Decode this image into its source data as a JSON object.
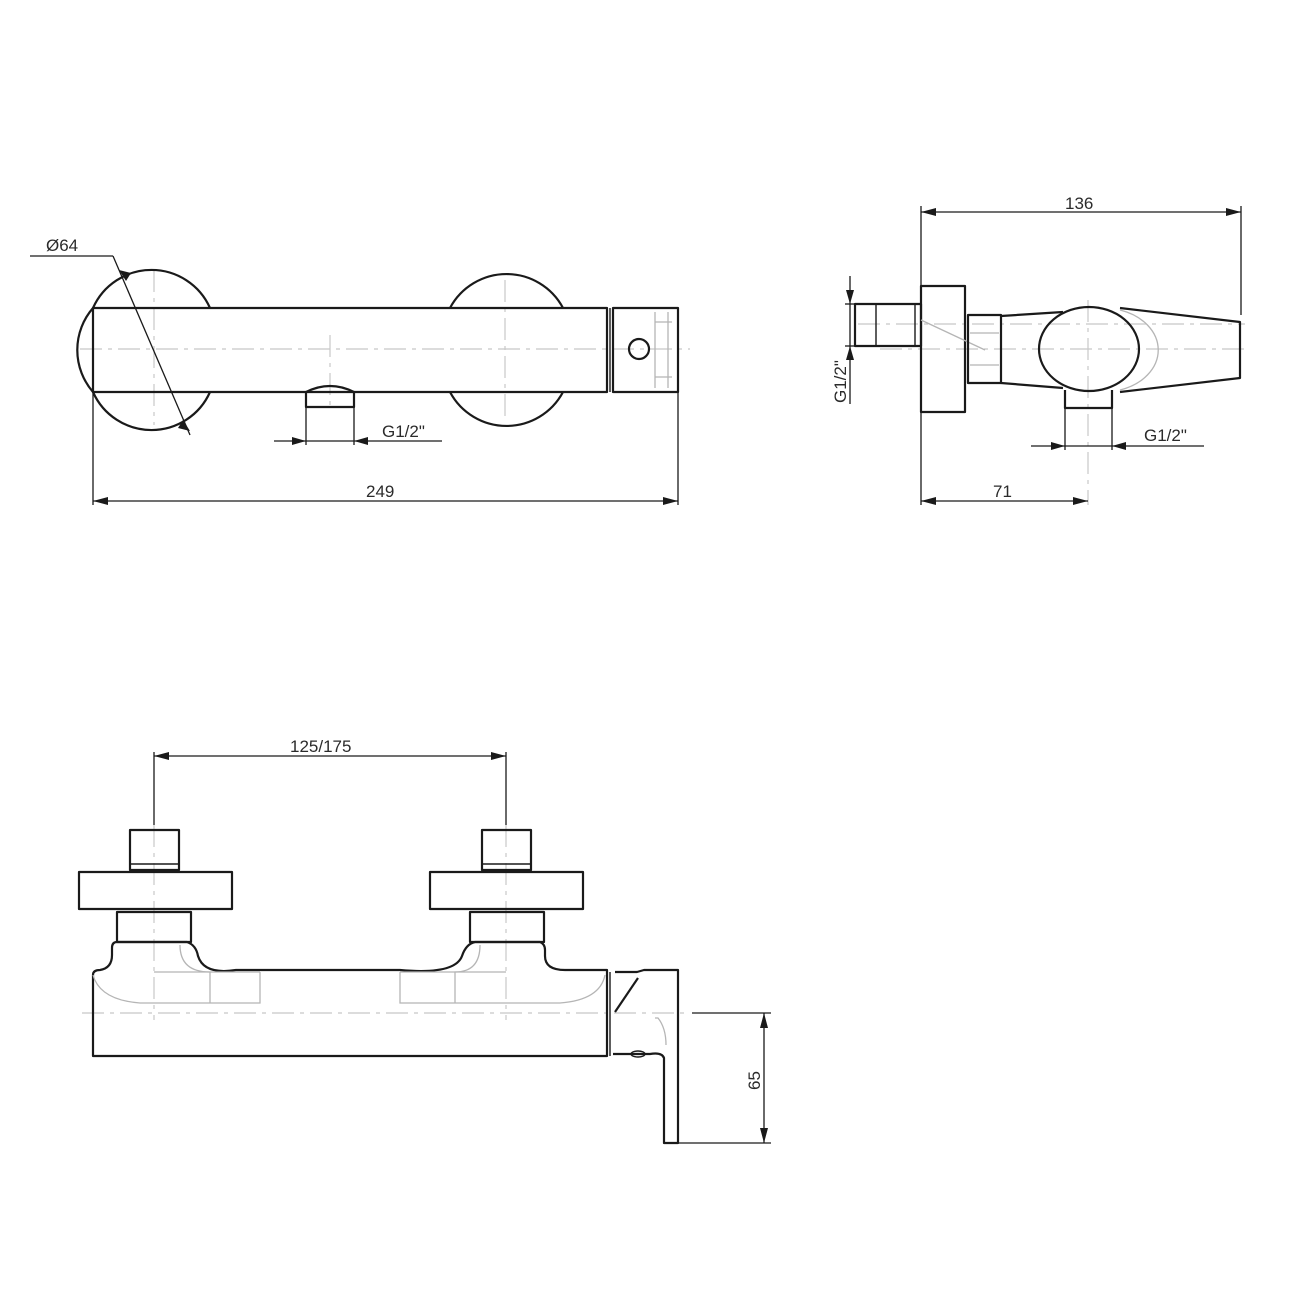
{
  "drawing": {
    "title": "Wall-mounted thermostatic shower mixer – dimensional drawing",
    "units": "mm",
    "line_color": "#1a1a1a",
    "hidden_line_color": "#b5b5b5",
    "text_color": "#2b2b2b",
    "views": {
      "top_view": {
        "diameter_label": "Ø64",
        "outlet_thread_label": "G1/2\"",
        "overall_length_label": "249"
      },
      "side_view": {
        "overall_depth_label": "136",
        "inlet_thread_label": "G1/2\"",
        "outlet_thread_label": "G1/2\"",
        "outlet_offset_label": "71"
      },
      "front_view": {
        "inlet_spacing_label": "125/175",
        "handle_height_label": "65"
      }
    }
  }
}
